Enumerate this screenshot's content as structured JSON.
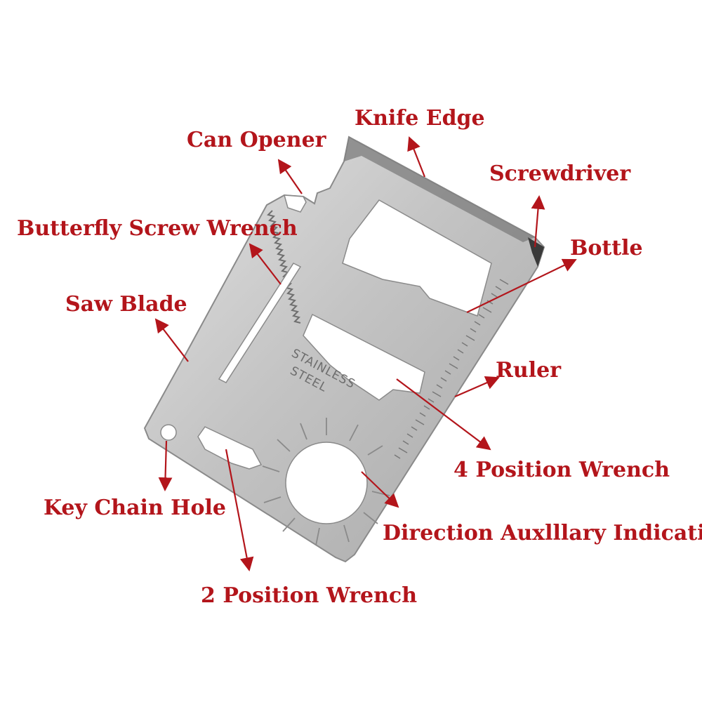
{
  "card": {
    "engraving": [
      "STAINLESS",
      "STEEL"
    ]
  },
  "labels": {
    "knife_edge": "Knife Edge",
    "can_opener": "Can Opener",
    "screwdriver": "Screwdriver",
    "butterfly_screw_wrench": "Butterfly Screw Wrench",
    "bottle": "Bottle",
    "saw_blade": "Saw Blade",
    "ruler": "Ruler",
    "four_position_wrench": "4 Position Wrench",
    "key_chain_hole": "Key Chain Hole",
    "direction_indication": "Direction Auxlllary Indication",
    "two_position_wrench": "2 Position Wrench"
  },
  "colors": {
    "label": "#b3151b",
    "steel_light": "#d8d8d8",
    "steel_dark": "#9a9a9a",
    "background": "#ffffff"
  }
}
